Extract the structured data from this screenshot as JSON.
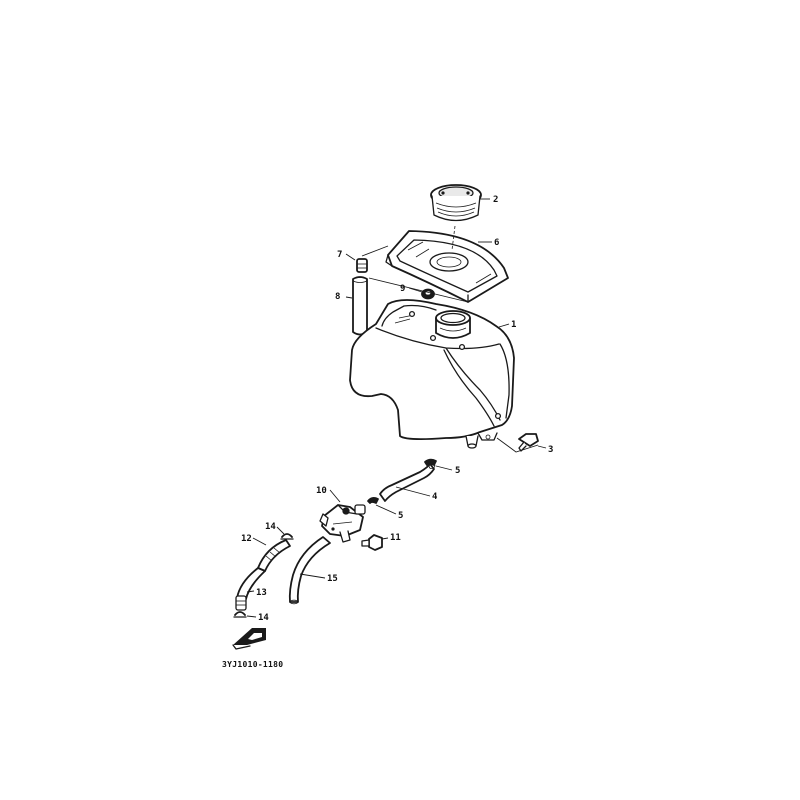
{
  "diagram": {
    "parts": [
      {
        "id": "part-1",
        "number": "1"
      },
      {
        "id": "part-2",
        "number": "2"
      },
      {
        "id": "part-3",
        "number": "3"
      },
      {
        "id": "part-4",
        "number": "4"
      },
      {
        "id": "part-5a",
        "number": "5"
      },
      {
        "id": "part-5b",
        "number": "5"
      },
      {
        "id": "part-6",
        "number": "6"
      },
      {
        "id": "part-7",
        "number": "7"
      },
      {
        "id": "part-8",
        "number": "8"
      },
      {
        "id": "part-9",
        "number": "9"
      },
      {
        "id": "part-10",
        "number": "10"
      },
      {
        "id": "part-11",
        "number": "11"
      },
      {
        "id": "part-12",
        "number": "12"
      },
      {
        "id": "part-13",
        "number": "13"
      },
      {
        "id": "part-14a",
        "number": "14"
      },
      {
        "id": "part-14b",
        "number": "14"
      },
      {
        "id": "part-15",
        "number": "15"
      }
    ],
    "drawing_code": "3YJ1010-1180",
    "front_marker_icon": "front-direction-arrow-icon"
  }
}
